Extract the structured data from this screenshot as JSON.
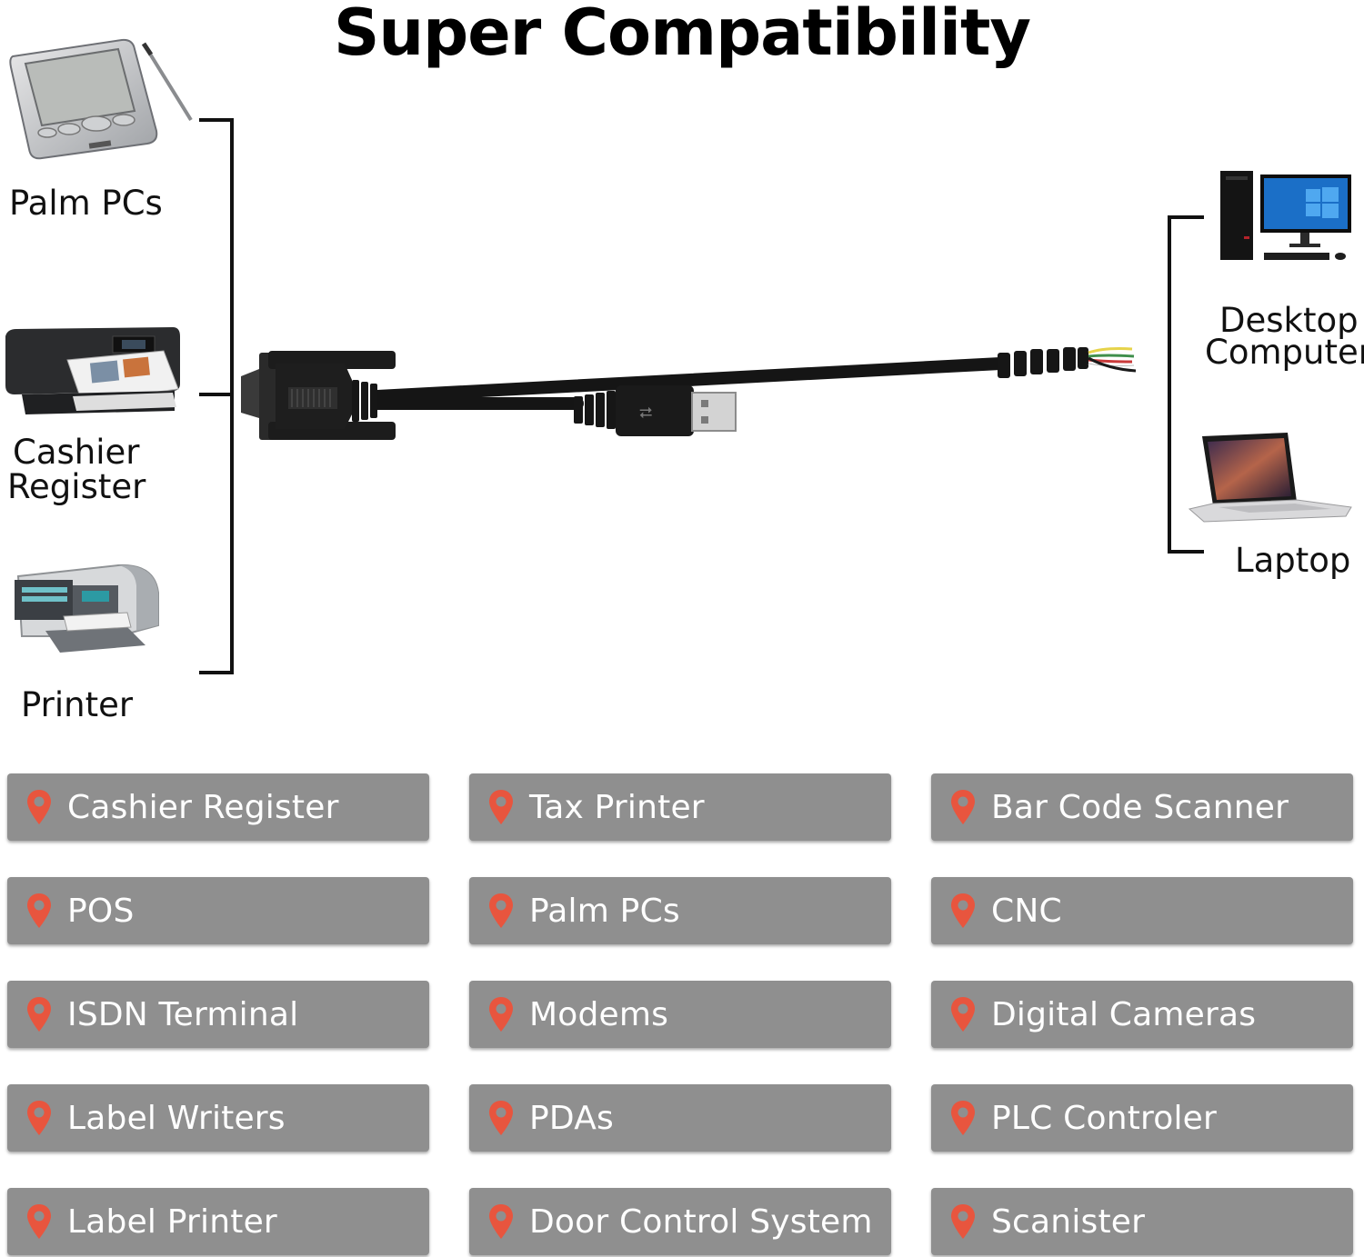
{
  "title": "Super Compatibility",
  "left_devices": [
    {
      "label": "Palm PCs",
      "icon": "palm-pc-icon"
    },
    {
      "label_lines": [
        "Cashier",
        "Register"
      ],
      "icon": "cashier-printer-icon"
    },
    {
      "label": "Printer",
      "icon": "printer-icon"
    }
  ],
  "right_devices": [
    {
      "label_lines": [
        "Desktop",
        "Computer"
      ],
      "icon": "desktop-computer-icon"
    },
    {
      "label": "Laptop",
      "icon": "laptop-icon"
    }
  ],
  "colors": {
    "tile_bg": "#8f8f8f",
    "pin": "#e8553e",
    "tile_text": "#ffffff"
  },
  "applications": [
    "Cashier Register",
    "Tax Printer",
    "Bar Code Scanner",
    "POS",
    "Palm PCs",
    "CNC",
    "ISDN Terminal",
    "Modems",
    "Digital Cameras",
    "Label Writers",
    "PDAs",
    "PLC Controler",
    "Label Printer",
    "Door Control System",
    "Scanister"
  ]
}
